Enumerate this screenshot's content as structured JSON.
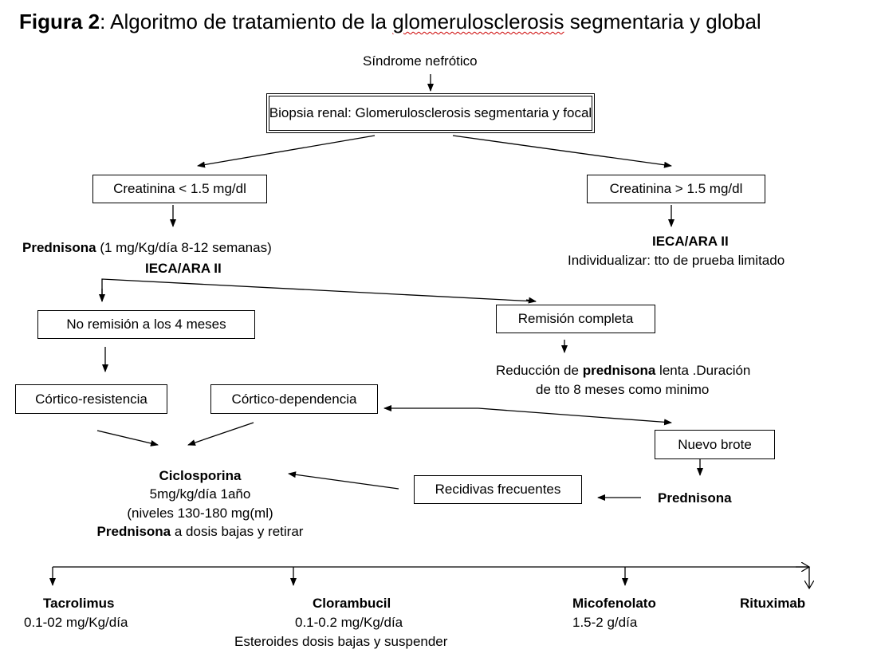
{
  "title": {
    "bold": "Figura 2",
    "rest_a": ": Algoritmo de tratamiento de la ",
    "misspelled": "glomerulosclerosis",
    "rest_b": " segmentaria y global"
  },
  "nodes": {
    "sindrome": "Síndrome nefrótico",
    "biopsia": "Biopsia renal: Glomerulosclerosis segmentaria y focal",
    "creat_low": "Creatinina < 1.5 mg/dl",
    "creat_high": "Creatinina > 1.5 mg/dl",
    "pred_bold": "Prednisona",
    "pred_rest": " (1 mg/Kg/día 8-12 semanas)",
    "ieca_left": "IECA/ARA II",
    "ieca_right": "IECA/ARA II",
    "individualizar": "Individualizar: tto de prueba limitado",
    "no_remision": "No remisión a los 4 meses",
    "remision": "Remisión completa",
    "reduccion_a": "Reducción  de ",
    "reduccion_bold": "prednisona",
    "reduccion_b": " lenta .Duración",
    "reduccion_line2": "de tto 8 meses como minimo",
    "cortico_res": "Córtico-resistencia",
    "cortico_dep": "Córtico-dependencia",
    "nuevo_brote": "Nuevo brote",
    "prednisona2": "Prednisona",
    "recidivas": "Recidivas frecuentes",
    "ciclo_title": "Ciclosporina",
    "ciclo_l1": "5mg/kg/día  1año",
    "ciclo_l2": "(niveles 130-180 mg(ml)",
    "ciclo_l3_bold": "Prednisona",
    "ciclo_l3_rest": " a dosis bajas y retirar",
    "tacro": "Tacrolimus",
    "tacro_dose": "0.1-02 mg/Kg/día",
    "cloram": "Clorambucil",
    "cloram_dose": "0.1-0.2 mg/Kg/día",
    "cloram_note": "Esteroides dosis bajas y suspender",
    "mico": "Micofenolato",
    "mico_dose": "1.5-2 g/día",
    "ritux": "Rituximab"
  }
}
